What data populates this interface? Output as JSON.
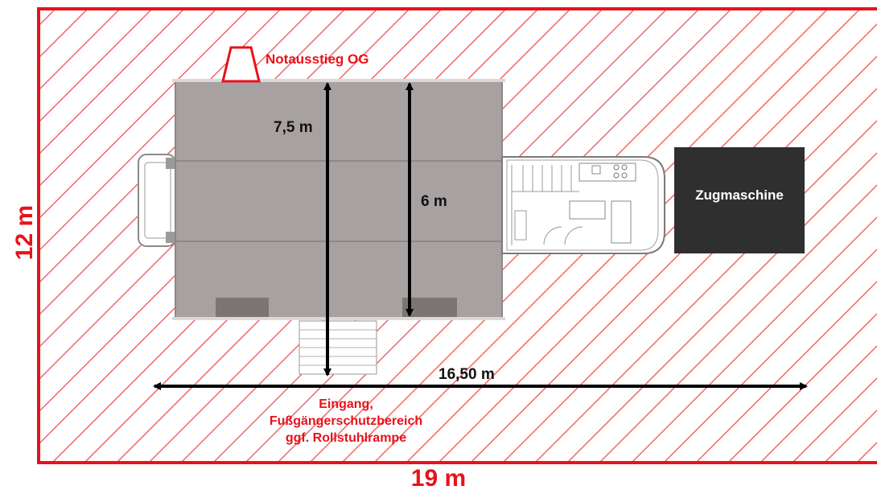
{
  "dimensions": {
    "site_width": "19 m",
    "site_height": "12 m",
    "vehicle_length": "16,50 m",
    "total_depth": "7,5 m",
    "trailer_depth": "6 m"
  },
  "labels": {
    "emergency_exit": "Notausstieg OG",
    "tractor": "Zugmaschine",
    "entrance_lines": [
      "Eingang,",
      "Fußgängerschutzbereich",
      "ggf. Rollstuhlrampe"
    ]
  },
  "colors": {
    "boundary": "#e8121b",
    "hatch": "#f06060",
    "trailer": "#a7a2a1",
    "tractor": "#2f2f2f",
    "arrows": "#000000"
  }
}
